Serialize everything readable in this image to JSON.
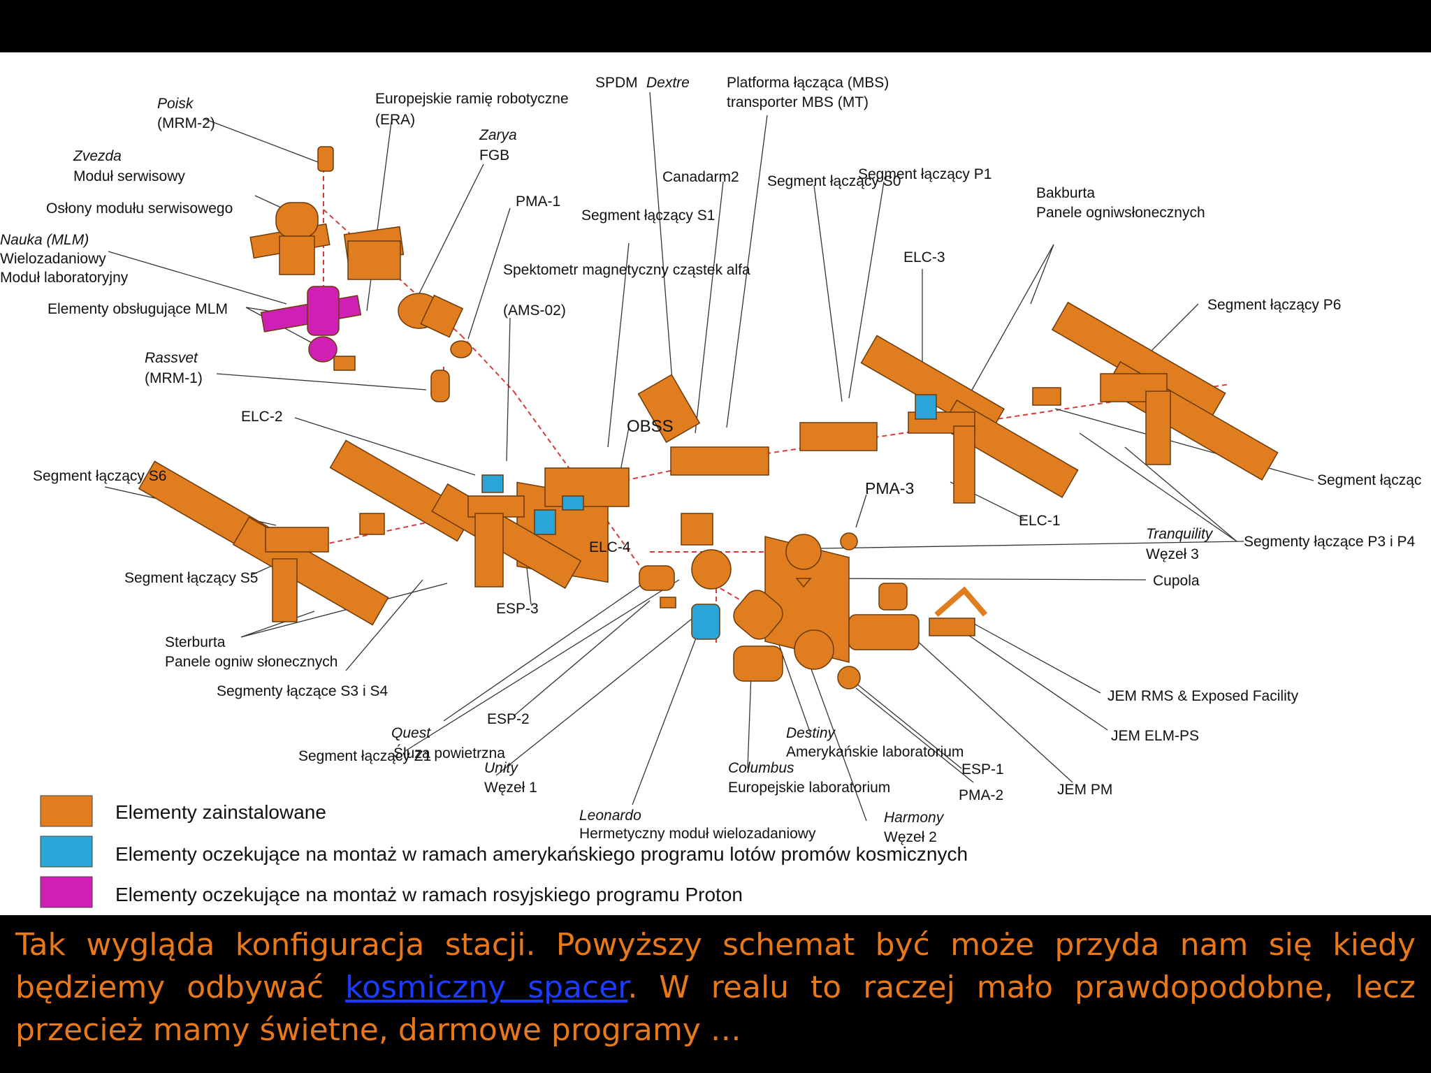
{
  "colors": {
    "installed": "#e07d1e",
    "shuttle_pending": "#2ba5d8",
    "proton_pending": "#d01fb4",
    "caption_text": "#e87818",
    "link": "#1a3cff",
    "connector": "#d93a3a"
  },
  "labels": {
    "poisk": "Poisk",
    "mrm2": "(MRM-2)",
    "era": "Europejskie ramię robotyczne",
    "era_abbr": "(ERA)",
    "spdm": "SPDM",
    "dextre": "Dextre",
    "mbs": "Platforma łącząca (MBS)",
    "mt": "transporter MBS (MT)",
    "zvezda": "Zvezda",
    "zvezda_desc": "Moduł serwisowy",
    "zarya": "Zarya",
    "fgb": "FGB",
    "canadarm2": "Canadarm2",
    "s0": "Segment łączący S0",
    "p1": "Segment łączący P1",
    "shields": "Osłony modułu serwisowego",
    "pma1": "PMA-1",
    "s1": "Segment łączący S1",
    "bakburta": "Bakburta",
    "bakburta_desc": "Panele ogniwsłonecznych",
    "nauka": "Nauka (MLM)",
    "nauka_desc1": "Wielozadaniowy",
    "nauka_desc2": "Moduł laboratoryjny",
    "ams": "Spektometr magnetyczny cząstek alfa",
    "ams_abbr": "(AMS-02)",
    "elc3": "ELC-3",
    "p6": "Segment łączący P6",
    "mlm_support": "Elementy obsługujące MLM",
    "rassvet": "Rassvet",
    "mrm1": "(MRM-1)",
    "obss": "OBSS",
    "elc2": "ELC-2",
    "s6": "Segment łączący S6",
    "p5": "Segment łącząc",
    "pma3": "PMA-3",
    "elc1": "ELC-1",
    "tranquility": "Tranquility",
    "node3": "Węzeł 3",
    "p3p4": "Segmenty łączące P3 i P4",
    "elc4": "ELC-4",
    "s5": "Segment łączący S5",
    "cupola": "Cupola",
    "esp3": "ESP-3",
    "sterburta": "Sterburta",
    "sterburta_desc": "Panele ogniw słonecznych",
    "s3s4": "Segmenty łączące S3 i S4",
    "jem_rms": "JEM RMS & Exposed Facility",
    "esp2": "ESP-2",
    "quest": "Quest",
    "airlock": "Śluza powietrzna",
    "jem_elm": "JEM ELM-PS",
    "destiny": "Destiny",
    "destiny_desc": "Amerykańskie laboratorium",
    "z1": "Segment łączący Z1",
    "unity": "Unity",
    "node1": "Węzeł 1",
    "columbus": "Columbus",
    "columbus_desc": "Europejskie laboratorium",
    "esp1": "ESP-1",
    "pma2": "PMA-2",
    "jem_pm": "JEM PM",
    "leonardo": "Leonardo",
    "leonardo_desc": "Hermetyczny moduł wielozadaniowy",
    "harmony": "Harmony",
    "node2": "Węzeł 2"
  },
  "legend": [
    {
      "label": "Elementy zainstalowane",
      "color": "#e07d1e"
    },
    {
      "label": "Elementy oczekujące na montaż w ramach amerykańskiego programu lotów promów kosmicznych",
      "color": "#2ba5d8"
    },
    {
      "label": "Elementy oczekujące na montaż w ramach rosyjskiego programu Proton",
      "color": "#d01fb4"
    }
  ],
  "caption": {
    "before": "Tak wygląda konfiguracja stacji. Powyższy schemat być może przyda nam się kiedy będziemy odbywać ",
    "link": "kosmiczny spacer",
    "after": ". W realu to raczej mało prawdopodobne, lecz przecież mamy świetne, darmowe programy …"
  }
}
